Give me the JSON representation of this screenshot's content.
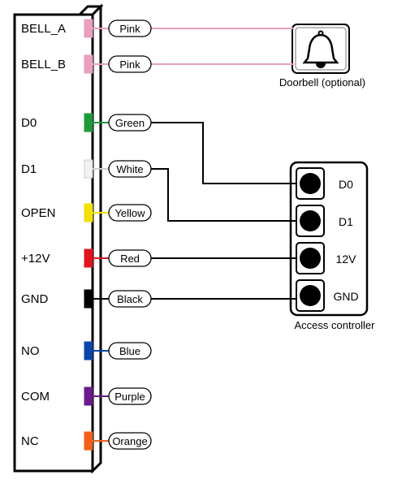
{
  "terminals": [
    {
      "label": "BELL_A",
      "wire": "Pink",
      "color": "#e8a0bf"
    },
    {
      "label": "BELL_B",
      "wire": "Pink",
      "color": "#e8a0bf"
    },
    {
      "label": "D0",
      "wire": "Green",
      "color": "#1f9a3a"
    },
    {
      "label": "D1",
      "wire": "White",
      "color": "#f2f2f2"
    },
    {
      "label": "OPEN",
      "wire": "Yellow",
      "color": "#f2e000"
    },
    {
      "label": "+12V",
      "wire": "Red",
      "color": "#e0141e"
    },
    {
      "label": "GND",
      "wire": "Black",
      "color": "#000000"
    },
    {
      "label": "NO",
      "wire": "Blue",
      "color": "#0a46a8"
    },
    {
      "label": "COM",
      "wire": "Purple",
      "color": "#6a1b8c"
    },
    {
      "label": "NC",
      "wire": "Orange",
      "color": "#f0621c"
    }
  ],
  "doorbell": {
    "label": "Doorbell (optional)"
  },
  "controller": {
    "label": "Access controller",
    "terminals": [
      "D0",
      "D1",
      "12V",
      "GND"
    ]
  }
}
